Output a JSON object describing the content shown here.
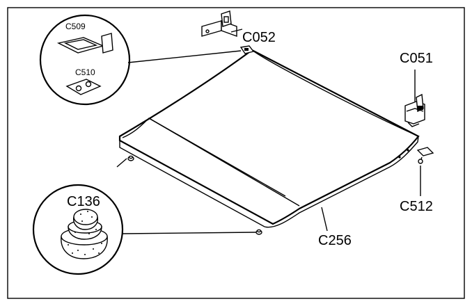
{
  "labels": {
    "c052": "C052",
    "c051": "C051",
    "c512": "C512",
    "c256": "C256",
    "c136": "C136",
    "c509": "C509",
    "c510": "C510"
  }
}
